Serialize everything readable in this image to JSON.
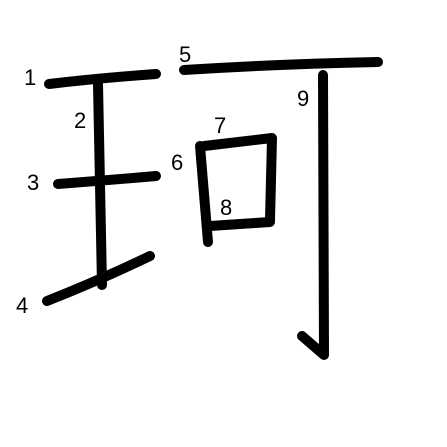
{
  "colors": {
    "stroke": "#000000",
    "number": "#000000",
    "background": "#ffffff"
  },
  "strokes": [
    {
      "order": "1"
    },
    {
      "order": "2"
    },
    {
      "order": "3"
    },
    {
      "order": "4"
    },
    {
      "order": "5"
    },
    {
      "order": "6"
    },
    {
      "order": "7"
    },
    {
      "order": "8"
    },
    {
      "order": "9"
    }
  ]
}
